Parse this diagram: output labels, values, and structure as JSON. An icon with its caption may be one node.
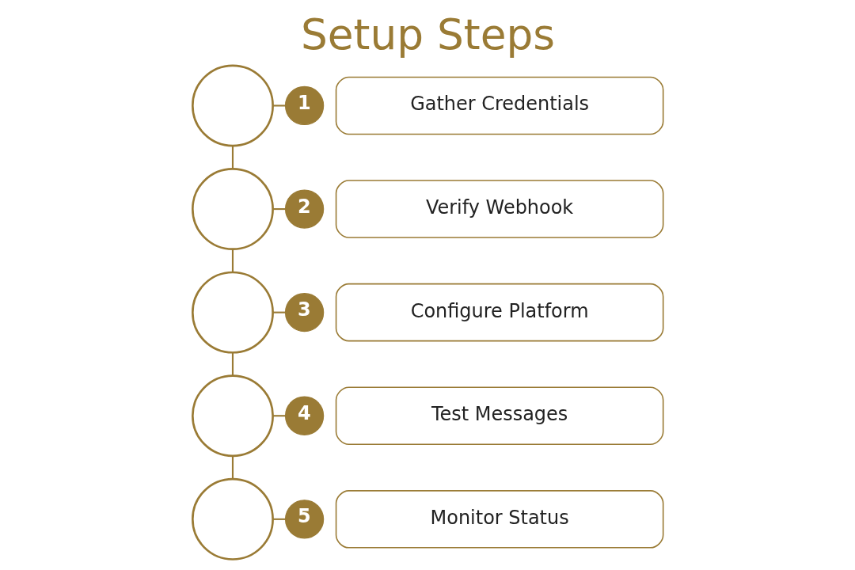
{
  "diagram": {
    "title": "Setup Steps",
    "nodes": [
      {
        "text": [],
        "shape": "circle"
      },
      {
        "text": [
          "1"
        ]
      },
      {
        "text": [
          "Gather Credentials"
        ]
      },
      {
        "text": [],
        "shape": "circle"
      },
      {
        "text": [
          "2"
        ]
      },
      {
        "text": [
          "Verify Webhook"
        ]
      },
      {
        "text": [],
        "shape": "circle"
      },
      {
        "text": [
          "3"
        ]
      },
      {
        "text": [
          "Configure Platform"
        ]
      },
      {
        "text": [],
        "shape": "circle"
      },
      {
        "text": [
          "4"
        ]
      },
      {
        "text": [
          "Test Messages"
        ]
      },
      {
        "text": [],
        "shape": "circle"
      },
      {
        "text": [
          "5"
        ]
      },
      {
        "text": [
          "Monitor Status"
        ]
      }
    ],
    "edges": [
      {
        "from": 0,
        "to": 1,
        "arrow": "none"
      },
      {
        "from": 0,
        "to": 3,
        "arrow": "none"
      },
      {
        "from": 3,
        "to": 4,
        "arrow": "none"
      },
      {
        "from": 3,
        "to": 6,
        "arrow": "none"
      },
      {
        "from": 6,
        "to": 7,
        "arrow": "none"
      },
      {
        "from": 6,
        "to": 9,
        "arrow": "none"
      },
      {
        "from": 9,
        "to": 10,
        "arrow": "none"
      },
      {
        "from": 9,
        "to": 12,
        "arrow": "none"
      },
      {
        "from": 12,
        "to": 13,
        "arrow": "none"
      }
    ]
  }
}
